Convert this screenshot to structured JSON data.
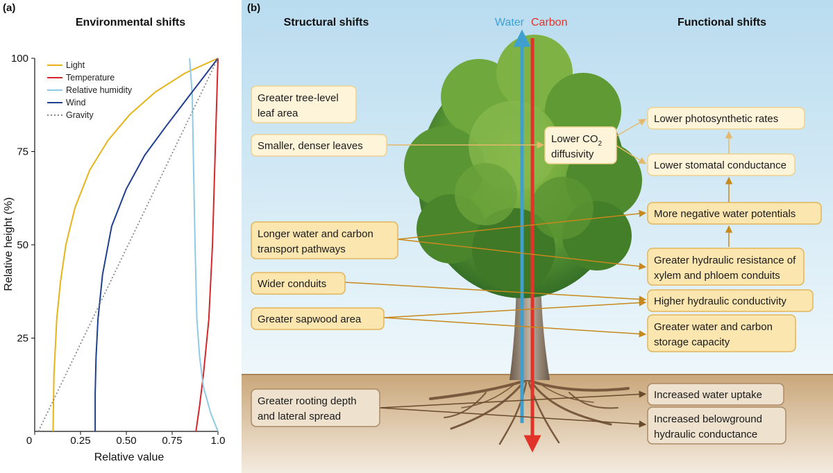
{
  "panel_a": {
    "label": "(a)",
    "chart_data": {
      "type": "line",
      "title": "Environmental shifts",
      "xlabel": "Relative value",
      "ylabel": "Relative height (%)",
      "xlim": [
        0,
        1
      ],
      "ylim": [
        0,
        100
      ],
      "xticks": [
        "0",
        "0.25",
        "0.50",
        "0.75",
        "1.0"
      ],
      "yticks": [
        "25",
        "50",
        "75",
        "100"
      ],
      "legend_position": "top-left",
      "series": [
        {
          "name": "Light",
          "color": "#e6b417",
          "style": "solid",
          "points": [
            [
              0.1,
              0
            ],
            [
              0.105,
              15
            ],
            [
              0.12,
              30
            ],
            [
              0.14,
              40
            ],
            [
              0.17,
              50
            ],
            [
              0.22,
              60
            ],
            [
              0.3,
              70
            ],
            [
              0.4,
              78
            ],
            [
              0.52,
              85
            ],
            [
              0.66,
              91
            ],
            [
              0.82,
              96
            ],
            [
              1.0,
              100
            ]
          ]
        },
        {
          "name": "Temperature",
          "color": "#d6262b",
          "style": "solid",
          "points": [
            [
              0.88,
              0
            ],
            [
              0.9,
              7
            ],
            [
              0.92,
              15
            ],
            [
              0.95,
              30
            ],
            [
              0.97,
              50
            ],
            [
              0.985,
              75
            ],
            [
              1.0,
              100
            ]
          ]
        },
        {
          "name": "Relative humidity",
          "color": "#8ecae6",
          "style": "solid",
          "points": [
            [
              1.0,
              0
            ],
            [
              0.96,
              5
            ],
            [
              0.92,
              12
            ],
            [
              0.9,
              20
            ],
            [
              0.885,
              30
            ],
            [
              0.875,
              50
            ],
            [
              0.865,
              75
            ],
            [
              0.86,
              90
            ],
            [
              0.845,
              100
            ]
          ]
        },
        {
          "name": "Wind",
          "color": "#1f3f8f",
          "style": "solid",
          "points": [
            [
              0.33,
              0
            ],
            [
              0.33,
              10
            ],
            [
              0.335,
              20
            ],
            [
              0.345,
              30
            ],
            [
              0.37,
              42
            ],
            [
              0.42,
              55
            ],
            [
              0.5,
              65
            ],
            [
              0.6,
              74
            ],
            [
              0.72,
              82
            ],
            [
              0.86,
              91
            ],
            [
              1.0,
              100
            ]
          ]
        },
        {
          "name": "Gravity",
          "color": "#888888",
          "style": "dotted",
          "points": [
            [
              0.02,
              0
            ],
            [
              1.0,
              100
            ]
          ]
        }
      ]
    }
  },
  "panel_b": {
    "label": "(b)",
    "structural_title": "Structural shifts",
    "functional_title": "Functional shifts",
    "water_label": "Water",
    "carbon_label": "Carbon",
    "water_color": "#3fa0d0",
    "carbon_color": "#e2332a",
    "structural_boxes": [
      {
        "id": "leaf-area",
        "lines": [
          "Greater tree-level",
          "leaf area"
        ]
      },
      {
        "id": "smaller-leaves",
        "lines": [
          "Smaller, denser leaves"
        ]
      },
      {
        "id": "longer-pathways",
        "lines": [
          "Longer water and carbon",
          "transport pathways"
        ]
      },
      {
        "id": "wider-conduits",
        "lines": [
          "Wider conduits"
        ]
      },
      {
        "id": "sapwood",
        "lines": [
          "Greater sapwood area"
        ]
      },
      {
        "id": "rooting",
        "lines": [
          "Greater rooting depth",
          "and lateral spread"
        ]
      }
    ],
    "center_box": {
      "line1": "Lower CO",
      "sub": "2",
      "line2": "diffusivity"
    },
    "functional_boxes": [
      {
        "id": "photosynthetic",
        "lines": [
          "Lower photosynthetic rates"
        ]
      },
      {
        "id": "stomatal",
        "lines": [
          "Lower stomatal conductance"
        ]
      },
      {
        "id": "water-potentials",
        "lines": [
          "More negative water potentials"
        ]
      },
      {
        "id": "hydraulic-resistance",
        "lines": [
          "Greater hydraulic resistance of",
          "xylem and phloem conduits"
        ]
      },
      {
        "id": "hydraulic-conductivity",
        "lines": [
          "Higher hydraulic conductivity"
        ]
      },
      {
        "id": "storage",
        "lines": [
          "Greater water and carbon",
          "storage capacity"
        ]
      },
      {
        "id": "water-uptake",
        "lines": [
          "Increased water uptake"
        ]
      },
      {
        "id": "belowground",
        "lines": [
          "Increased belowground",
          "hydraulic conductance"
        ]
      }
    ]
  }
}
